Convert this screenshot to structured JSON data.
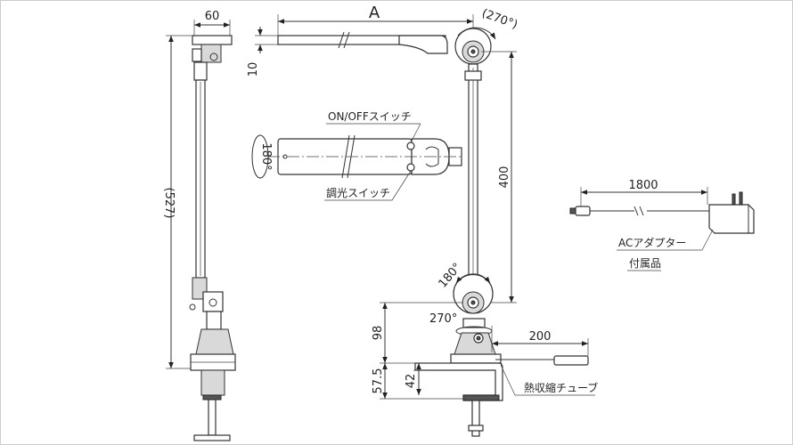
{
  "dimensions": {
    "width_60": "60",
    "length_a": "A",
    "rot_270_top": "(270°)",
    "thick_10": "10",
    "height_527": "(527)",
    "rot_180_head": "180°",
    "height_400": "400",
    "rot_180_joint": "180°",
    "rot_270_base": "270°",
    "height_98": "98",
    "height_57_5": "57.5",
    "height_42": "42",
    "cable_200": "200",
    "cord_1800": "1800"
  },
  "labels": {
    "onoff_switch": "ON/OFFスイッチ",
    "dimmer_switch": "調光スイッチ",
    "ac_adapter": "ACアダプター",
    "included": "付属品",
    "heat_shrink_tube": "熱収縮チューブ"
  }
}
